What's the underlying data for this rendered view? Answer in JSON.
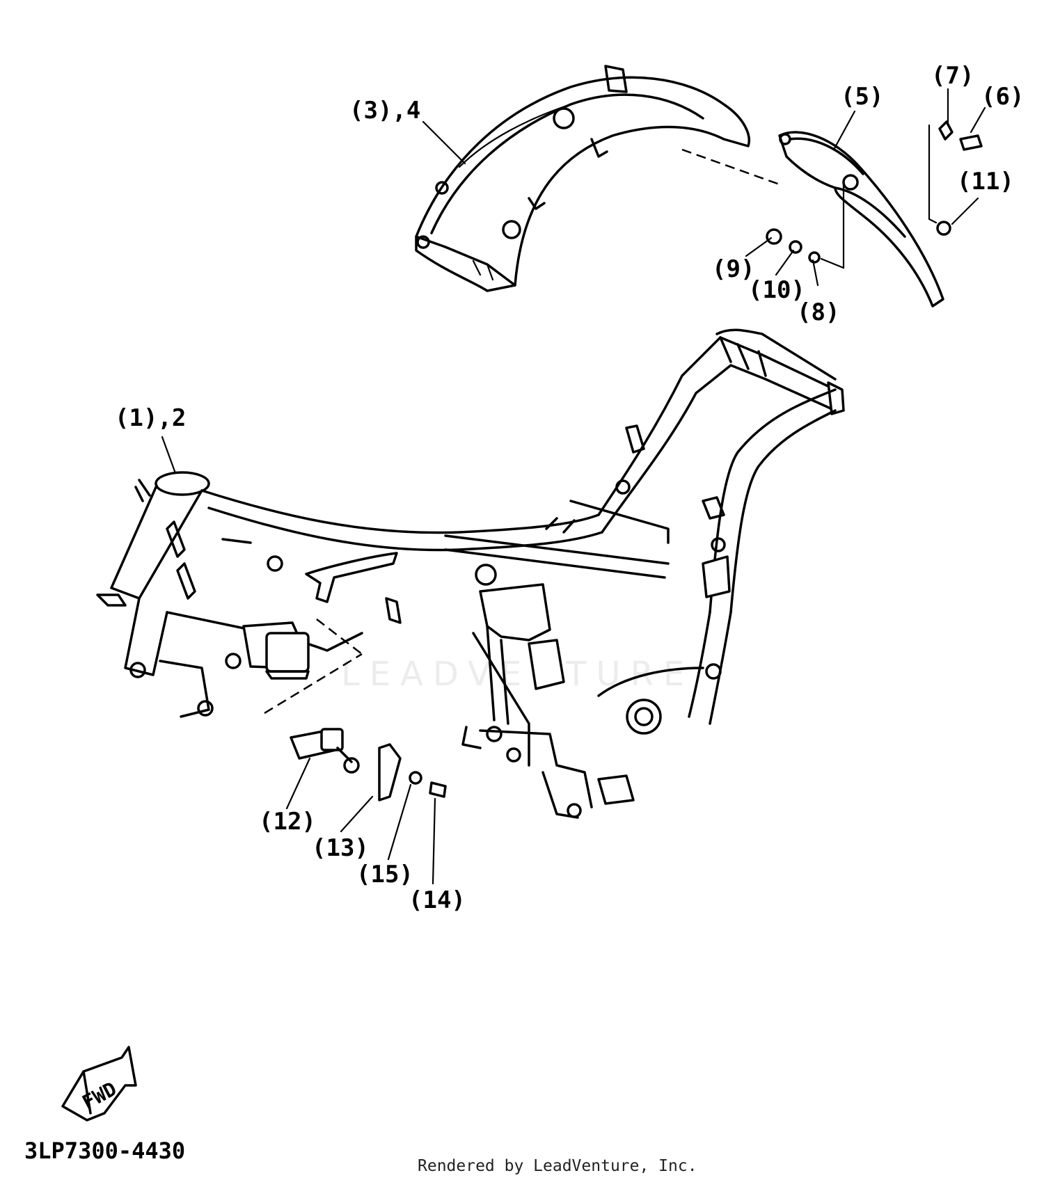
{
  "diagram": {
    "callouts": [
      {
        "id": "c34",
        "text": "(3),4"
      },
      {
        "id": "c5",
        "text": "(5)"
      },
      {
        "id": "c7",
        "text": "(7)"
      },
      {
        "id": "c6",
        "text": "(6)"
      },
      {
        "id": "c11",
        "text": "(11)"
      },
      {
        "id": "c9",
        "text": "(9)"
      },
      {
        "id": "c10",
        "text": "(10)"
      },
      {
        "id": "c8",
        "text": "(8)"
      },
      {
        "id": "c12b",
        "text": "(1),2"
      },
      {
        "id": "c12",
        "text": "(12)"
      },
      {
        "id": "c13",
        "text": "(13)"
      },
      {
        "id": "c15",
        "text": "(15)"
      },
      {
        "id": "c14",
        "text": "(14)"
      }
    ],
    "fwd_label": "FWD",
    "watermark": "LEADVENTURE",
    "part_code": "3LP7300-4430",
    "credit": "Rendered by LeadVenture, Inc."
  }
}
